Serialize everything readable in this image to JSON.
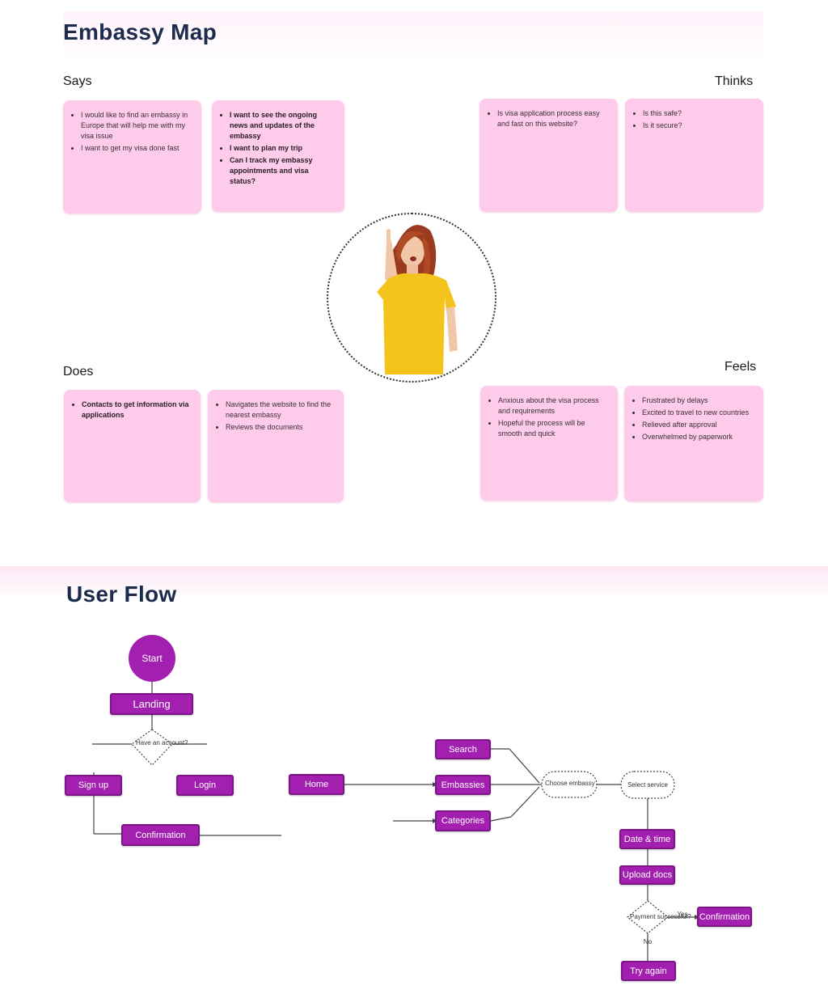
{
  "empathy": {
    "title": "Embassy Map",
    "says_label": "Says",
    "thinks_label": "Thinks",
    "does_label": "Does",
    "feels_label": "Feels",
    "says_cards": [
      {
        "items": [
          "I would like to find an embassy in Europe that will help me with my visa issue",
          "I want to get my visa done fast"
        ]
      },
      {
        "items": [
          "I want to see the ongoing news and updates of the embassy",
          "I want to plan my trip",
          "Can I track my embassy appointments and visa status?"
        ]
      }
    ],
    "thinks_cards": [
      {
        "items": [
          "Is visa application process easy and fast on this website?"
        ]
      },
      {
        "items": [
          "Is this safe?",
          "Is it secure?"
        ]
      }
    ],
    "does_cards": [
      {
        "items": [
          "Contacts to get information via applications"
        ]
      },
      {
        "items": [
          "Navigates the website to find the nearest embassy",
          "Reviews the documents"
        ]
      }
    ],
    "feels_cards": [
      {
        "items": [
          "Anxious about the visa process and requirements",
          "Hopeful the process will be smooth and quick"
        ]
      },
      {
        "items": [
          "Frustrated by delays",
          "Excited to travel to new countries",
          "Relieved after approval",
          "Overwhelmed by paperwork"
        ]
      }
    ]
  },
  "flow": {
    "title": "User Flow",
    "start": "Start",
    "landing": "Landing",
    "decision_account": "Have an account?",
    "sign_up": "Sign up",
    "login": "Login",
    "confirmation": "Confirmation",
    "home": "Home",
    "search": "Search",
    "embassies": "Embassies",
    "categories": "Categories",
    "choose_embassy": "Choose embassy",
    "select_service": "Select service",
    "date_time": "Date & time",
    "upload_docs": "Upload docs",
    "decision_payment": "Payment successful?",
    "confirmation_final": "Confirmation",
    "try_again": "Try again",
    "yes_label": "Yes",
    "no_label": "No"
  },
  "colors": {
    "card_bg": "#ffcbeb",
    "node_bg": "#a21fb0",
    "title_color": "#1d2b4d"
  }
}
